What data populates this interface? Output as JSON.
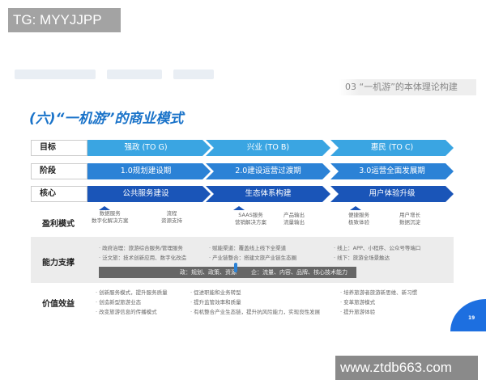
{
  "watermarks": {
    "top": "TG: MYYJJPP",
    "bottom": "www.ztdb663.com"
  },
  "section": "03 “一机游”的本体理论构建",
  "title": "(六)“一机游”的商业模式",
  "rows": [
    {
      "label": "目标",
      "items": [
        "强政 (TO G)",
        "兴业 (TO B)",
        "惠民 (TO C)"
      ],
      "color": "#3aa5e2"
    },
    {
      "label": "阶段",
      "items": [
        "1.0规划建设期",
        "2.0建设运营过渡期",
        "3.0运营全面发展期"
      ],
      "color": "#2b82d6"
    },
    {
      "label": "核心",
      "items": [
        "公共服务建设",
        "生态体系构建",
        "用户体验升级"
      ],
      "color": "#1a55b8"
    }
  ],
  "profit": {
    "label": "盈利模式",
    "items": [
      "数据服务\n数字化解决方案",
      "流程\n资源支持",
      "SAAS服务\n营销解决方案",
      "产品输出\n流量输出",
      "便捷服务\n极致体验",
      "用户增长\n数据沉淀"
    ]
  },
  "capability": {
    "label": "能力支撑",
    "cols": [
      [
        "· 政府治理：旅游综合服务/管理服务",
        "· 泛文旅：技术创新应用、数字化改造"
      ],
      [
        "· 赋能渠道：覆盖线上线下全渠道",
        "· 产业链整合：搭建文旅产业链生态圈"
      ],
      [
        "· 线上：APP、小程序、公众号等端口",
        "· 线下：旅游全场景触达"
      ]
    ],
    "bar_left": "政：规划、政策、资源",
    "bar_right": "企：流量、内容、品牌、核心技术能力"
  },
  "value": {
    "label": "价值效益",
    "cols": [
      [
        "· 创新服务模式，提升服务质量",
        "· 创造新型旅游业态",
        "· 改变旅游信息的传播模式"
      ],
      [
        "· 促进职能和业务转型",
        "· 提升监管效率和质量",
        "· 有机整合产业生态链，提升抗风险能力，实现良性发展"
      ],
      [
        "· 培养旅游者旅游新思维、新习惯",
        "· 变革旅游模式",
        "· 提升旅游体验"
      ]
    ]
  },
  "page_number": "19"
}
